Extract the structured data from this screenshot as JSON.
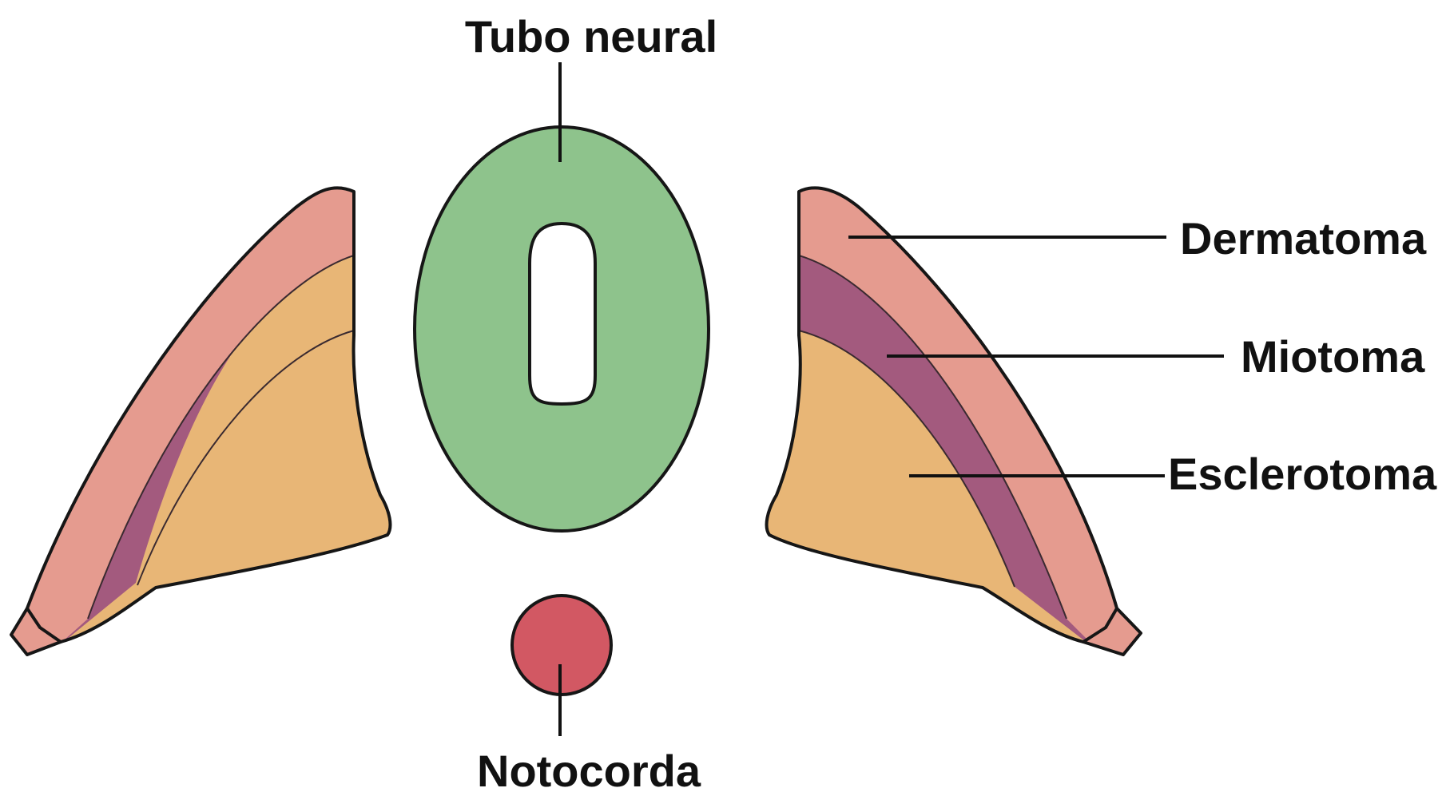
{
  "labels": {
    "neural_tube": "Tubo neural",
    "dermatome": "Dermatoma",
    "myotome": "Miotoma",
    "sclerotome": "Esclerotoma",
    "notochord": "Notocorda"
  },
  "colors": {
    "neural_tube": "#8ec38c",
    "dermatome": "#e59b8f",
    "myotome": "#a35a7e",
    "sclerotome": "#e8b676",
    "notochord": "#d25863",
    "outline": "#161616",
    "background": "#ffffff"
  }
}
